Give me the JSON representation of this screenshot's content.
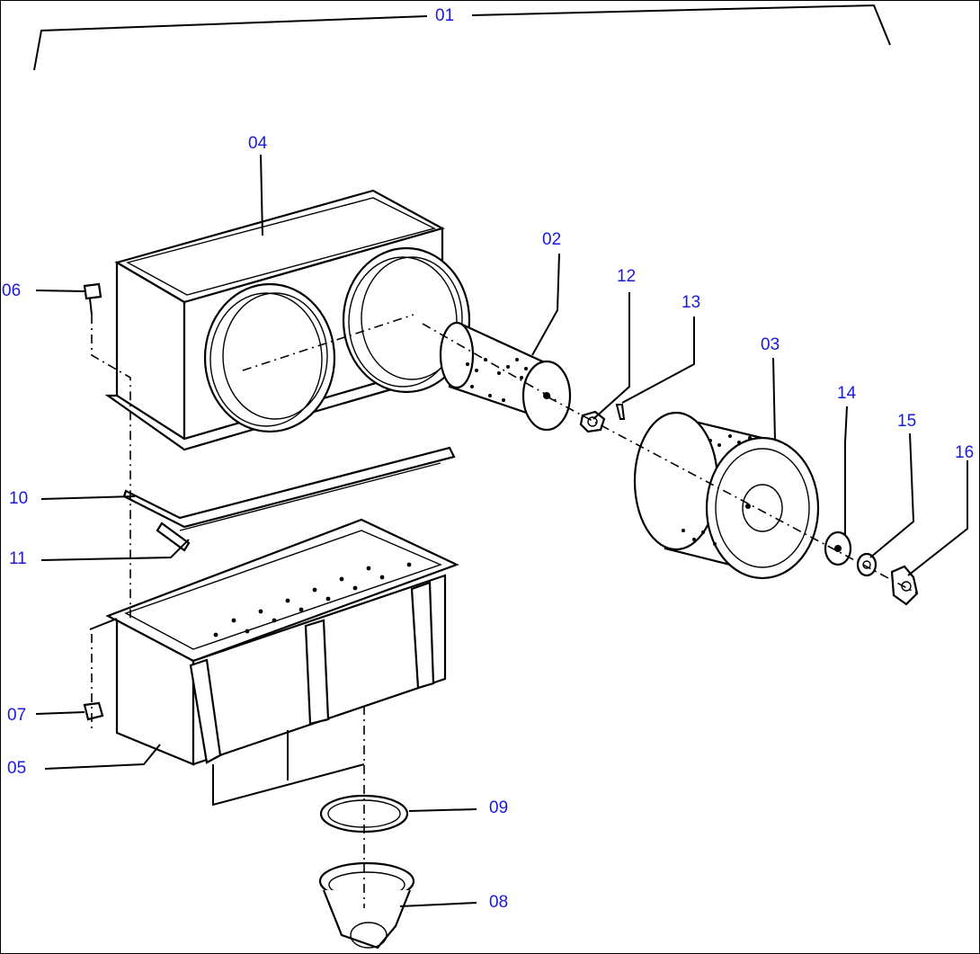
{
  "callouts": [
    {
      "id": "01",
      "label": "01"
    },
    {
      "id": "02",
      "label": "02"
    },
    {
      "id": "03",
      "label": "03"
    },
    {
      "id": "04",
      "label": "04"
    },
    {
      "id": "05",
      "label": "05"
    },
    {
      "id": "06",
      "label": "06"
    },
    {
      "id": "07",
      "label": "07"
    },
    {
      "id": "08",
      "label": "08"
    },
    {
      "id": "09",
      "label": "09"
    },
    {
      "id": "10",
      "label": "10"
    },
    {
      "id": "11",
      "label": "11"
    },
    {
      "id": "12",
      "label": "12"
    },
    {
      "id": "13",
      "label": "13"
    },
    {
      "id": "14",
      "label": "14"
    },
    {
      "id": "15",
      "label": "15"
    },
    {
      "id": "16",
      "label": "16"
    }
  ],
  "colors": {
    "callout": "#1a1ad6",
    "line": "#000000",
    "background": "#ffffff"
  }
}
